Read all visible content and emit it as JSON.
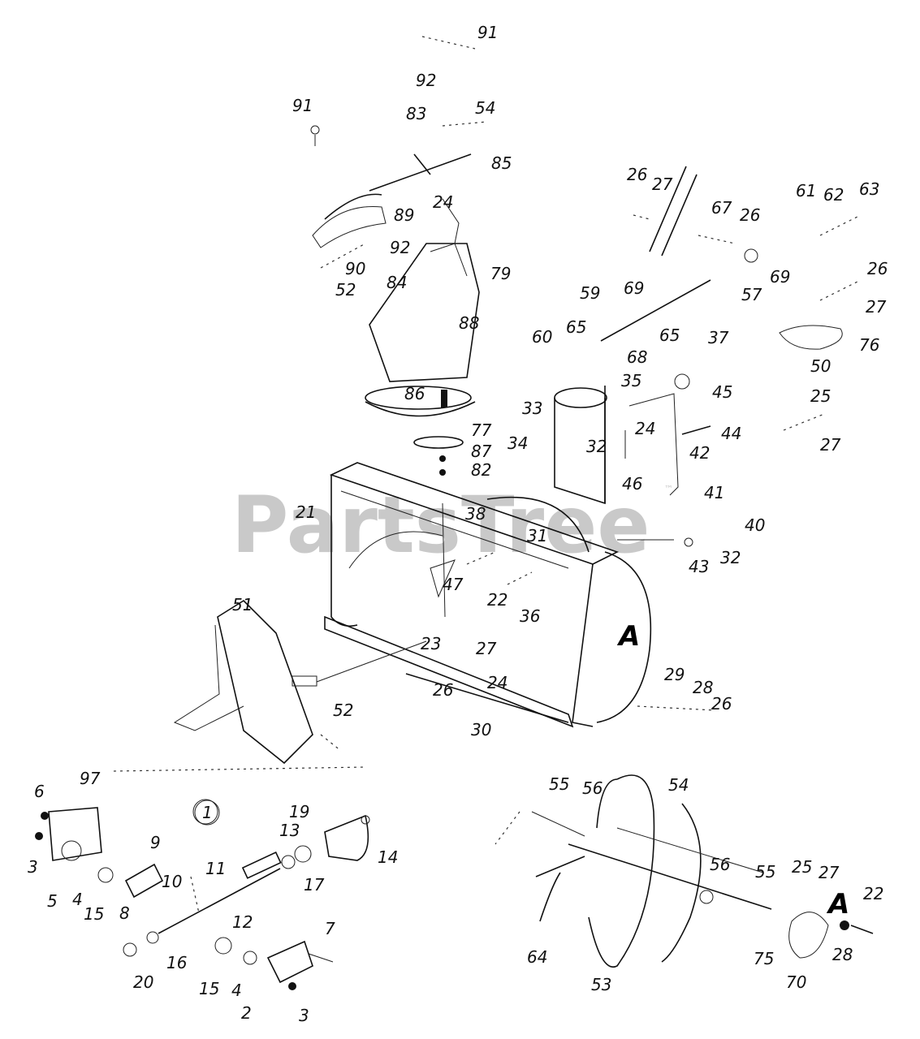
{
  "watermark": {
    "text": "PartsTree",
    "trademark": "™"
  },
  "section_markers": {
    "a_housing": "A",
    "a_auger": "A",
    "circle_one": "1"
  },
  "labels": [
    "91",
    "92",
    "91",
    "83",
    "54",
    "85",
    "89",
    "24",
    "92",
    "90",
    "52",
    "79",
    "84",
    "88",
    "26",
    "27",
    "67",
    "26",
    "61",
    "62",
    "63",
    "26",
    "57",
    "69",
    "27",
    "76",
    "50",
    "59",
    "69",
    "60",
    "65",
    "65",
    "68",
    "37",
    "35",
    "45",
    "25",
    "27",
    "86",
    "77",
    "87",
    "82",
    "33",
    "34",
    "32",
    "24",
    "44",
    "42",
    "46",
    "21",
    "38",
    "31",
    "41",
    "40",
    "32",
    "43",
    "47",
    "22",
    "36",
    "51",
    "23",
    "27",
    "26",
    "24",
    "29",
    "28",
    "26",
    "30",
    "52",
    "6",
    "97",
    "3",
    "5",
    "4",
    "15",
    "9",
    "10",
    "11",
    "8",
    "13",
    "19",
    "17",
    "14",
    "12",
    "7",
    "16",
    "20",
    "15",
    "4",
    "2",
    "3",
    "55",
    "56",
    "54",
    "56",
    "55",
    "25",
    "27",
    "22",
    "64",
    "53",
    "75",
    "28",
    "70"
  ]
}
